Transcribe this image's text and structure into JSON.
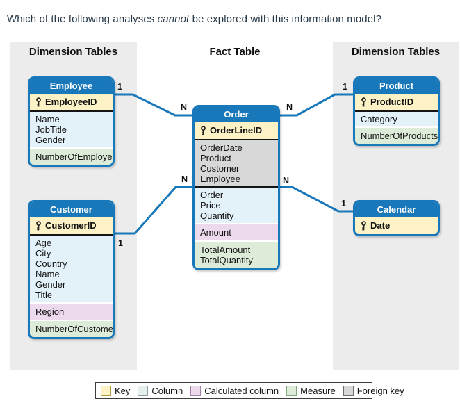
{
  "title": {
    "part1": "Which of the following analyses ",
    "italic": "cannot",
    "part2": " be explored with this information model?"
  },
  "column_headers": {
    "left": "Dimension Tables",
    "center": "Fact Table",
    "right": "Dimension Tables"
  },
  "tables": {
    "employee": {
      "title": "Employee",
      "key_field": "EmployeeID",
      "columns": [
        "Name",
        "JobTitle",
        "Gender"
      ],
      "measures": [
        "NumberOfEmployees"
      ]
    },
    "customer": {
      "title": "Customer",
      "key_field": "CustomerID",
      "columns": [
        "Age",
        "City",
        "Country",
        "Name",
        "Gender",
        "Title"
      ],
      "calculated_columns": [
        "Region"
      ],
      "measures": [
        "NumberOfCustomers"
      ]
    },
    "order": {
      "title": "Order",
      "key_field": "OrderLineID",
      "foreign_keys": [
        "OrderDate",
        "Product",
        "Customer",
        "Employee"
      ],
      "columns": [
        "Order",
        "Price",
        "Quantity"
      ],
      "calculated_columns": [
        "Amount"
      ],
      "measures": [
        "TotalAmount",
        "TotalQuantity"
      ]
    },
    "product": {
      "title": "Product",
      "key_field": "ProductID",
      "columns": [
        "Category"
      ],
      "measures": [
        "NumberOfProducts"
      ]
    },
    "calendar": {
      "title": "Calendar",
      "key_field": "Date"
    }
  },
  "connections": [
    {
      "from": "Employee",
      "to": "Order",
      "from_cardinality": "1",
      "to_cardinality": "N"
    },
    {
      "from": "Product",
      "to": "Order",
      "from_cardinality": "1",
      "to_cardinality": "N"
    },
    {
      "from": "Customer",
      "to": "Order",
      "from_cardinality": "1",
      "to_cardinality": "N"
    },
    {
      "from": "Calendar",
      "to": "Order",
      "from_cardinality": "1",
      "to_cardinality": "N"
    }
  ],
  "legend": {
    "items": [
      {
        "label": "Key",
        "color": "#fdf2c6"
      },
      {
        "label": "Column",
        "color": "#e6efed"
      },
      {
        "label": "Calculated column",
        "color": "#ecd9ec"
      },
      {
        "label": "Measure",
        "color": "#ddecd8"
      },
      {
        "label": "Foreign key",
        "color": "#d8d8d8"
      }
    ]
  },
  "colors": {
    "accent-blue": "#1878b9",
    "key-bg": "#fdf2c6",
    "column-bg": "#e3f1f9",
    "calc-bg": "#ecd9ec",
    "measure-bg": "#ddecd8",
    "fk-bg": "#d8d8d8",
    "panel-bg": "#ececec"
  }
}
